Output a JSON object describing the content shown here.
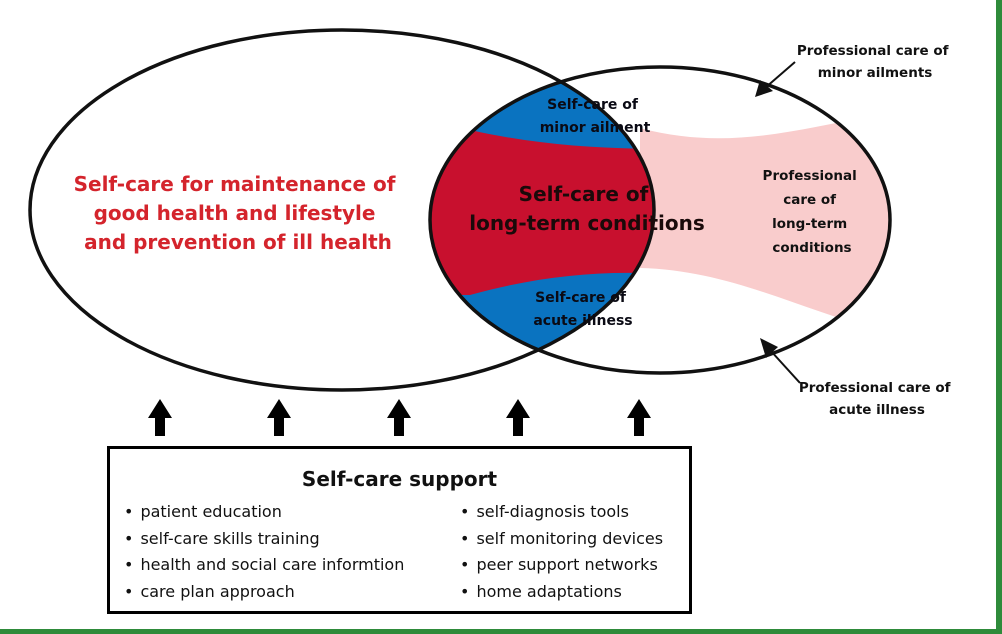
{
  "regions": {
    "maintenance": [
      "Self-care for maintenance of",
      "good health and lifestyle",
      "and prevention of ill health"
    ],
    "long_term": [
      "Self-care of",
      "long-term conditions"
    ],
    "minor_ailment": [
      "Self-care of",
      "minor ailment"
    ],
    "acute_illness": [
      "Self-care of",
      "acute illness"
    ],
    "professional_long_term": [
      "Professional",
      "care of",
      "long-term",
      "conditions"
    ]
  },
  "callouts": {
    "prof_minor": [
      "Professional care of",
      "minor ailments"
    ],
    "prof_acute": [
      "Professional care of",
      "acute illness"
    ]
  },
  "support": {
    "title": "Self-care support",
    "left_items": [
      "patient education",
      "self-care skills training",
      "health and social care informtion",
      "care plan approach"
    ],
    "right_items": [
      "self-diagnosis tools",
      "self monitoring devices",
      "peer support networks",
      "home adaptations"
    ]
  },
  "colors": {
    "red": "#c8102e",
    "blue": "#0a73c0",
    "pink": "#f9cccc",
    "text_red": "#d4242c",
    "frame_green": "#2e8b3a",
    "outline": "#111111"
  }
}
